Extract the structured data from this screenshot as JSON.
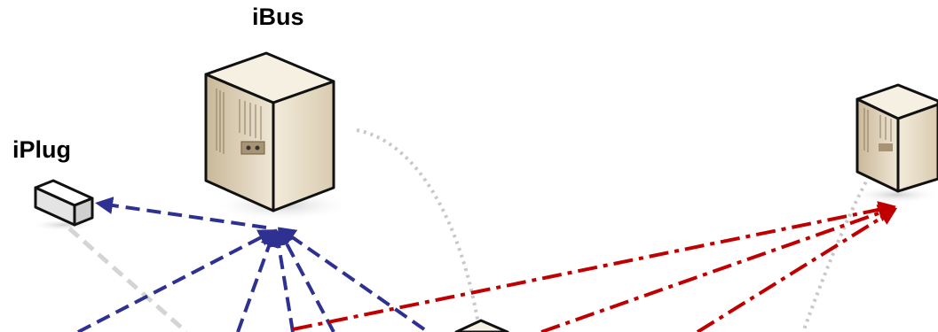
{
  "nodes": {
    "ibus": {
      "label": "iBus",
      "icon": "server-tower-icon"
    },
    "iplug": {
      "label": "iPlug",
      "icon": "plug-device-icon"
    },
    "remote_server": {
      "label": "",
      "icon": "server-tower-icon"
    },
    "bottom_node": {
      "label": "",
      "icon": "server-tower-icon"
    }
  },
  "connections": {
    "blue_dashed": {
      "color": "#2e3192",
      "style": "dashed"
    },
    "red_dash_dot": {
      "color": "#c00000",
      "style": "dash-dot"
    },
    "gray_dotted": {
      "color": "#c8c8c8",
      "style": "dotted"
    },
    "gray_dashed": {
      "color": "#d4d4d4",
      "style": "dashed"
    }
  }
}
